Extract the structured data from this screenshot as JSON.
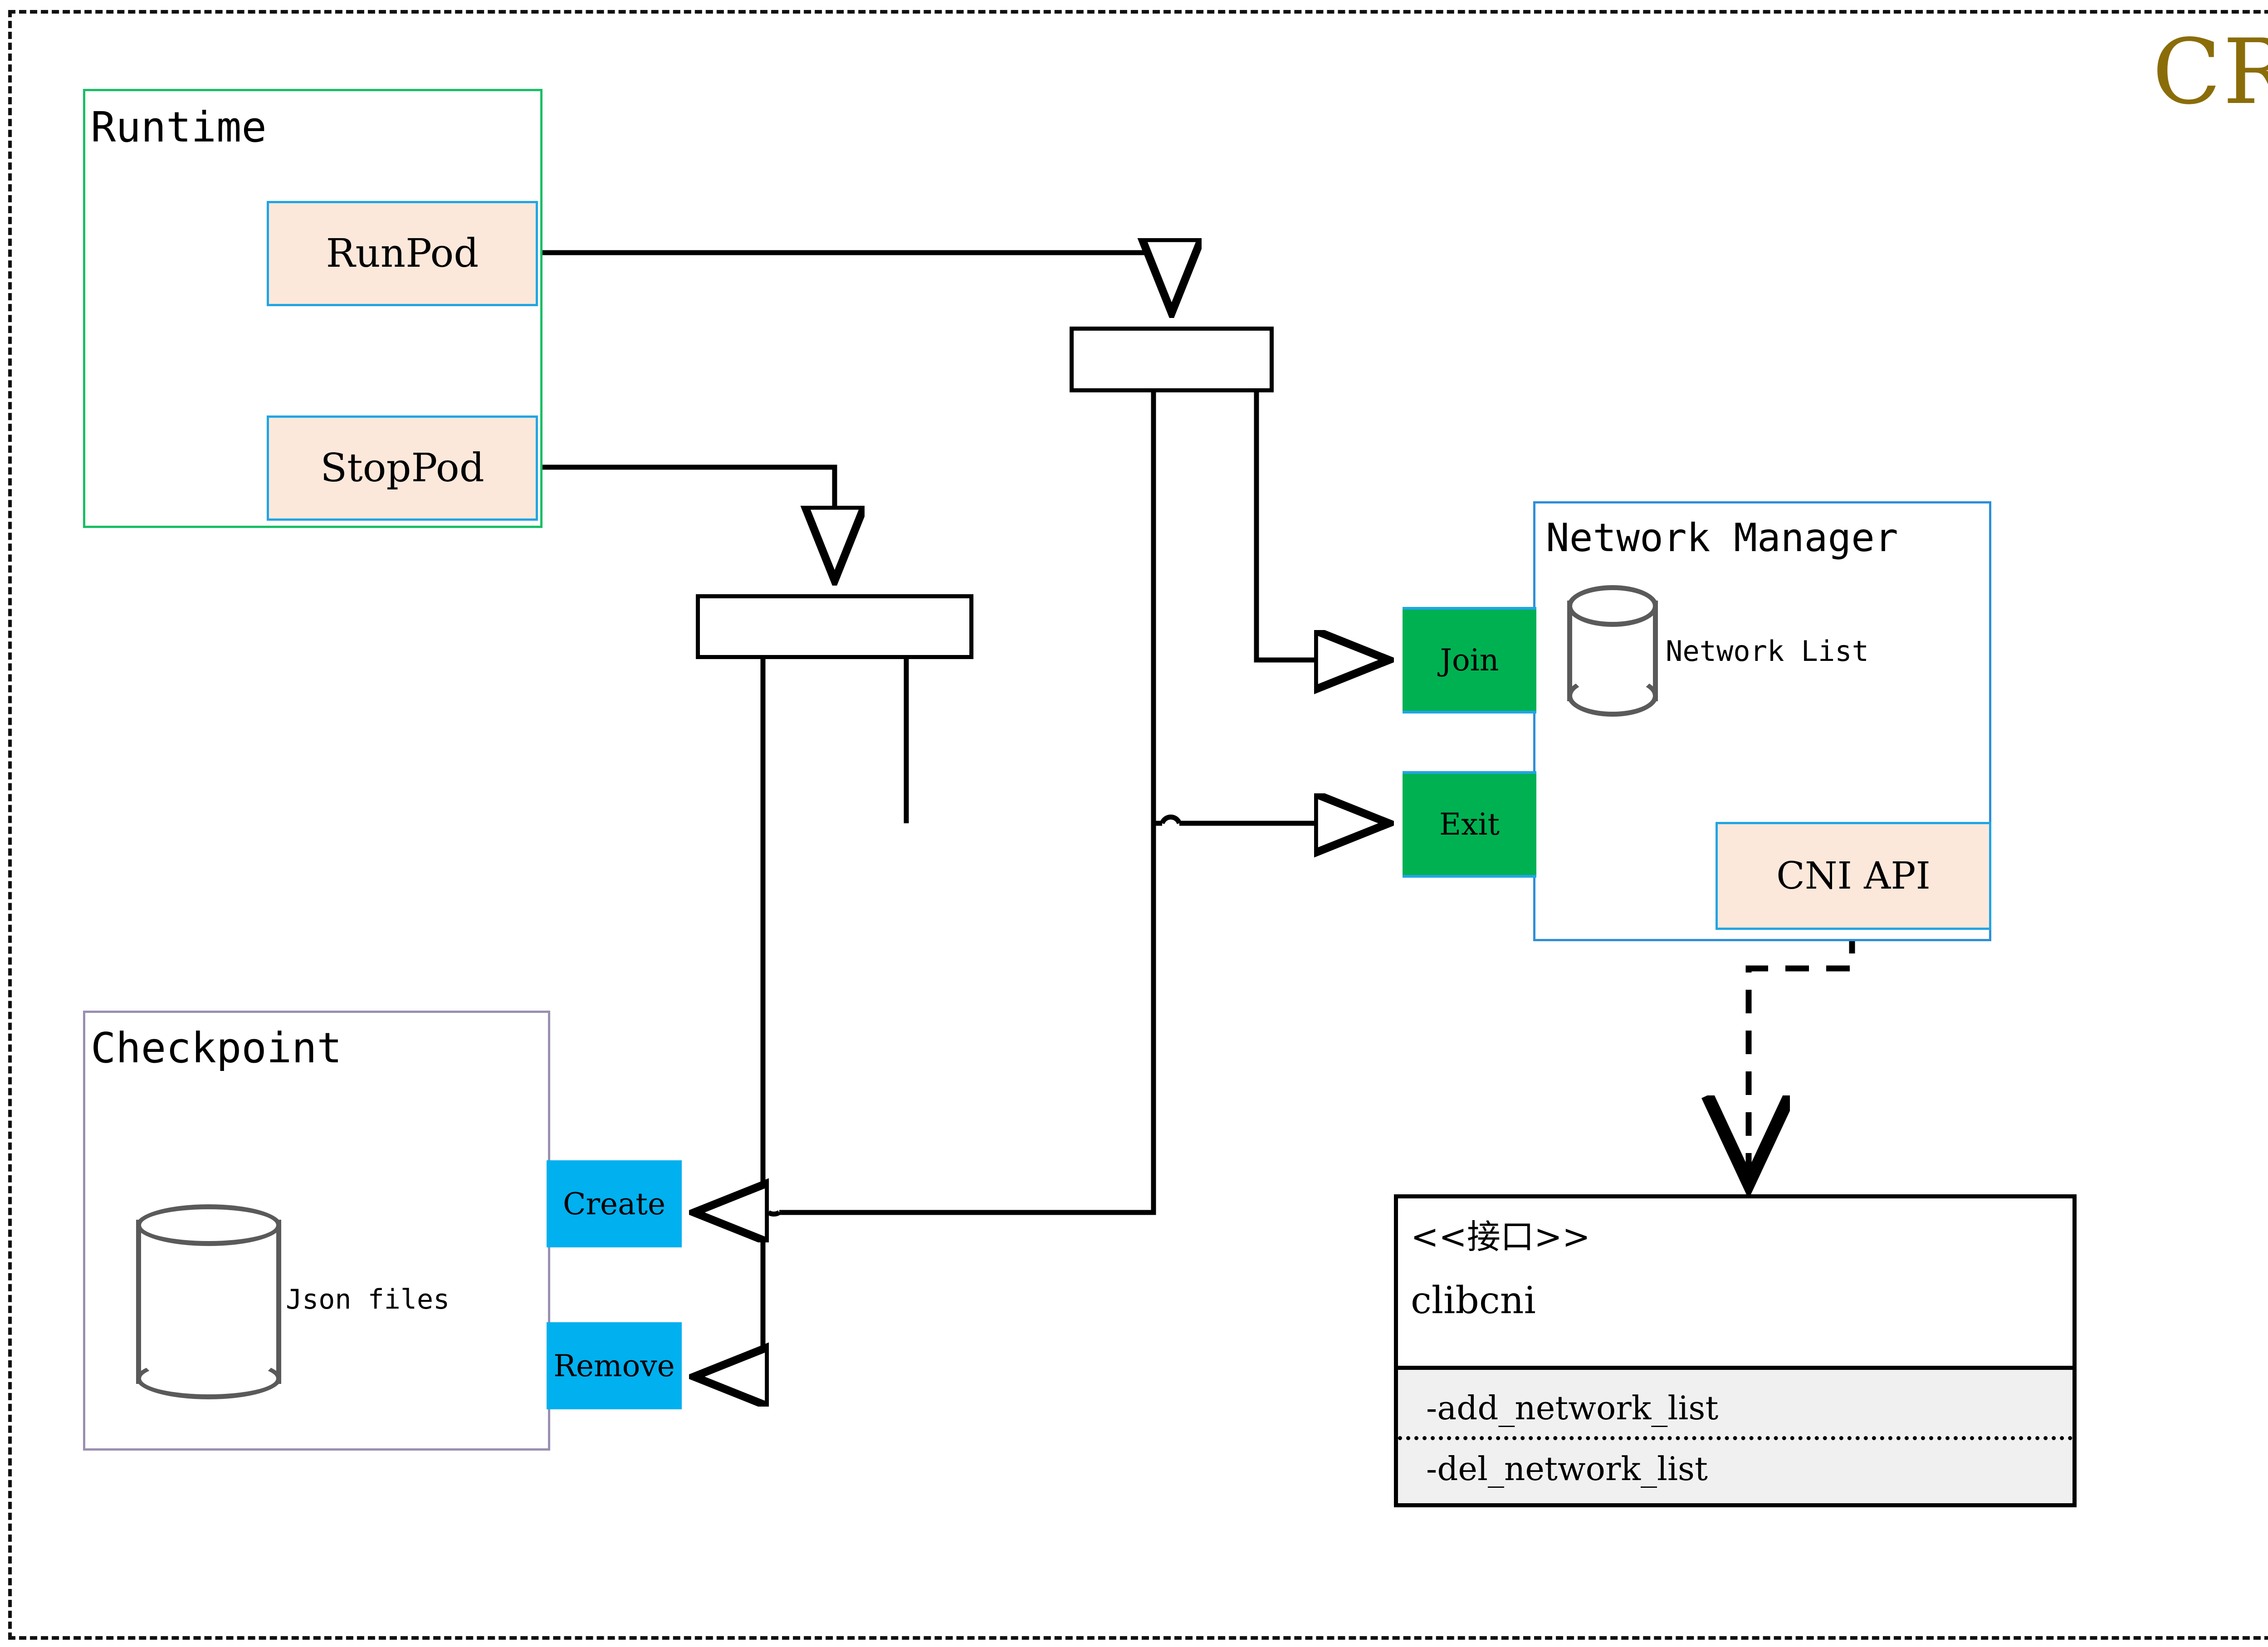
{
  "diagram": {
    "title": "CRI",
    "title_color": "#8a6d09",
    "frame_style": "dashed"
  },
  "groups": {
    "runtime": {
      "title": "Runtime",
      "border_color": "#18bf66"
    },
    "checkpoint": {
      "title": "Checkpoint",
      "border_color": "#9b8fb0"
    },
    "network_manager": {
      "title": "Network Manager",
      "border_color": "#2f8fd8"
    }
  },
  "nodes": {
    "runpod": {
      "label": "RunPod",
      "fill": "#fce8da",
      "border": "#22a5e4"
    },
    "stoppod": {
      "label": "StopPod",
      "fill": "#fce8da",
      "border": "#22a5e4"
    },
    "cni_api": {
      "label": "CNI API",
      "fill": "#fce8da",
      "border": "#22a5e4"
    },
    "join": {
      "label": "Join",
      "fill": "#00b152"
    },
    "exit": {
      "label": "Exit",
      "fill": "#00b152"
    },
    "create": {
      "label": "Create",
      "fill": "#00b0ef"
    },
    "remove": {
      "label": "Remove",
      "fill": "#00b0ef"
    }
  },
  "datastores": {
    "json_files": {
      "label": "Json files"
    },
    "network_list": {
      "label": "Network List"
    }
  },
  "interface": {
    "stereotype": "<<接口>>",
    "name": "clibcni",
    "operations": [
      "-add_network_list",
      "-del_network_list"
    ]
  }
}
